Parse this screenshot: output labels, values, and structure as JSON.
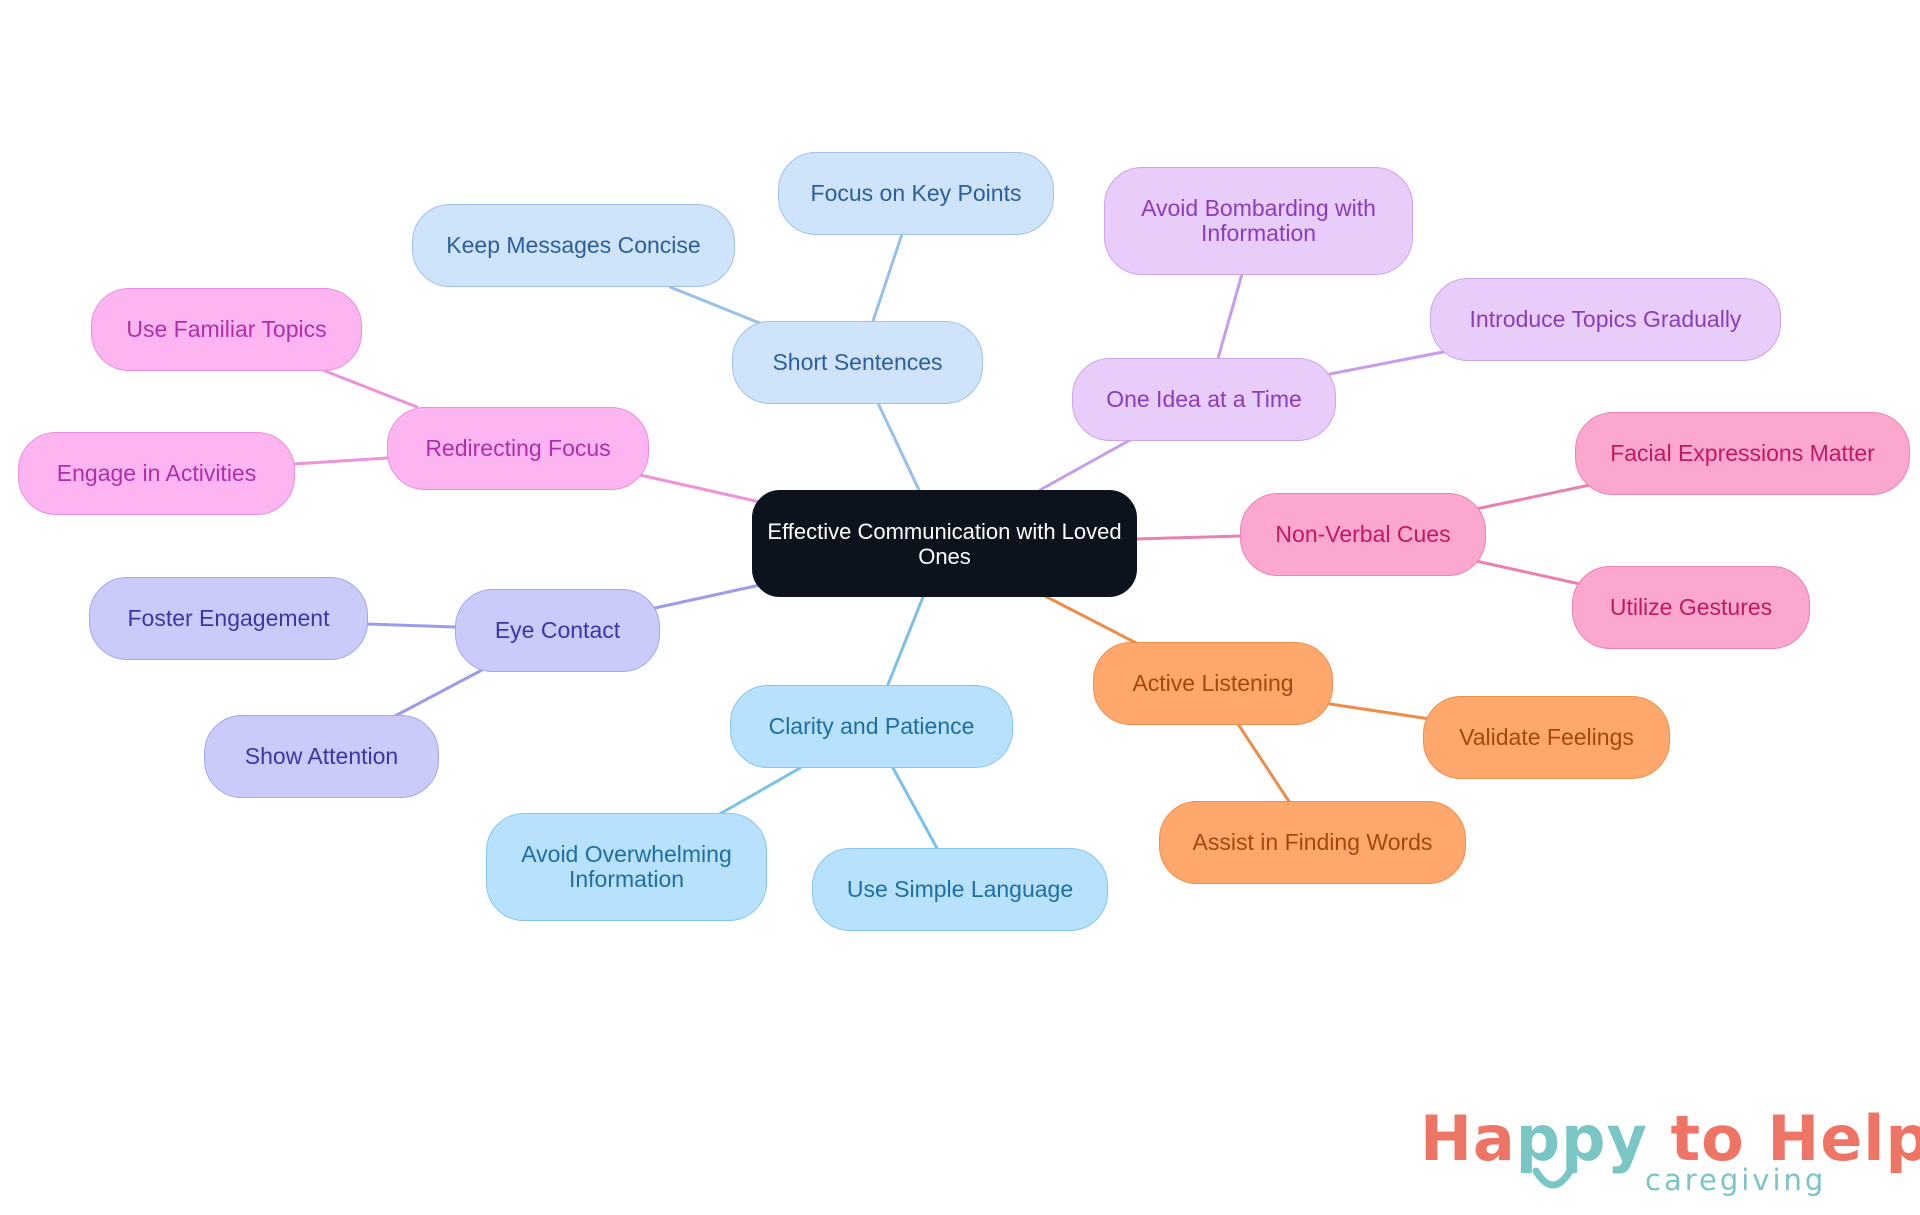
{
  "mindmap": {
    "root": {
      "id": "root",
      "text": "Effective Communication with Loved Ones"
    },
    "edge_colors": {
      "blue": "#99c0e8",
      "sky": "#7cc0ec",
      "purple": "#c99be9",
      "pink": "#ec93dc",
      "indigo": "#9d9ceb",
      "rose": "#e880b2",
      "orange": "#ec8d4c"
    },
    "nodes": [
      {
        "id": "short",
        "parent": "root",
        "color": "blue",
        "text": "Short Sentences"
      },
      {
        "id": "keymsg",
        "parent": "short",
        "color": "blue",
        "text": "Keep Messages Concise"
      },
      {
        "id": "keypts",
        "parent": "short",
        "color": "blue",
        "text": "Focus on Key Points"
      },
      {
        "id": "oneidea",
        "parent": "root",
        "color": "purple",
        "text": "One Idea at a Time"
      },
      {
        "id": "avoidbomb",
        "parent": "oneidea",
        "color": "purple",
        "text": "Avoid Bombarding with Information"
      },
      {
        "id": "introtopics",
        "parent": "oneidea",
        "color": "purple",
        "text": "Introduce Topics Gradually"
      },
      {
        "id": "nonverbal",
        "parent": "root",
        "color": "rose",
        "text": "Non-Verbal Cues"
      },
      {
        "id": "facial",
        "parent": "nonverbal",
        "color": "rose",
        "text": "Facial Expressions Matter"
      },
      {
        "id": "gestures",
        "parent": "nonverbal",
        "color": "rose",
        "text": "Utilize Gestures"
      },
      {
        "id": "active",
        "parent": "root",
        "color": "orange",
        "text": "Active Listening"
      },
      {
        "id": "validate",
        "parent": "active",
        "color": "orange",
        "text": "Validate Feelings"
      },
      {
        "id": "assist",
        "parent": "active",
        "color": "orange",
        "text": "Assist in Finding Words"
      },
      {
        "id": "clarity",
        "parent": "root",
        "color": "sky",
        "text": "Clarity and Patience"
      },
      {
        "id": "avoidover",
        "parent": "clarity",
        "color": "sky",
        "text": "Avoid Overwhelming Information"
      },
      {
        "id": "simple",
        "parent": "clarity",
        "color": "sky",
        "text": "Use Simple Language"
      },
      {
        "id": "eye",
        "parent": "root",
        "color": "indigo",
        "text": "Eye Contact"
      },
      {
        "id": "foster",
        "parent": "eye",
        "color": "indigo",
        "text": "Foster Engagement"
      },
      {
        "id": "attention",
        "parent": "eye",
        "color": "indigo",
        "text": "Show Attention"
      },
      {
        "id": "redirect",
        "parent": "root",
        "color": "pink",
        "text": "Redirecting Focus"
      },
      {
        "id": "familiar",
        "parent": "redirect",
        "color": "pink",
        "text": "Use Familiar Topics"
      },
      {
        "id": "engage",
        "parent": "redirect",
        "color": "pink",
        "text": "Engage in Activities"
      }
    ]
  },
  "logo": {
    "title_part1": "Ha",
    "title_part2": "ppy",
    "title_part3": " to Help",
    "subtitle": "caregiving",
    "colors": {
      "coral": "#ee7466",
      "teal": "#79c6c4"
    }
  }
}
